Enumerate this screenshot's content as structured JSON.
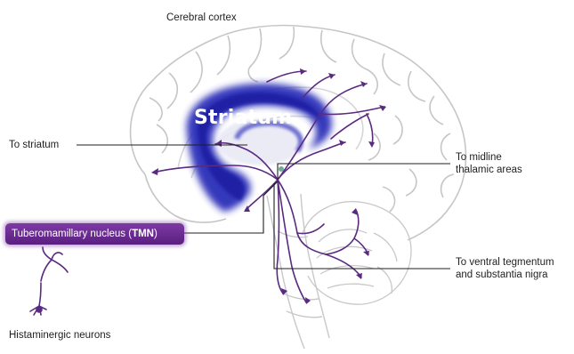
{
  "labels": {
    "cerebral_cortex": "Cerebral cortex",
    "striatum": "Striatum",
    "to_striatum": "To striatum",
    "to_midline_line1": "To midline",
    "to_midline_line2": "thalamic areas",
    "tmn_prefix": "Tuberomamillary nucleus (",
    "tmn_abbrev": "TMN",
    "tmn_suffix": ")",
    "to_ventral_line1": "To ventral tegmentum",
    "to_ventral_line2": "and substantia nigra",
    "histaminergic": "Histaminergic neurons"
  },
  "colors": {
    "brain_outline": "#c9c9c9",
    "striatum_fill": "#2b2fb8",
    "pathway": "#5a2a80",
    "leader_line": "#1f1f1f",
    "tmn_box": "#6a2c91"
  }
}
